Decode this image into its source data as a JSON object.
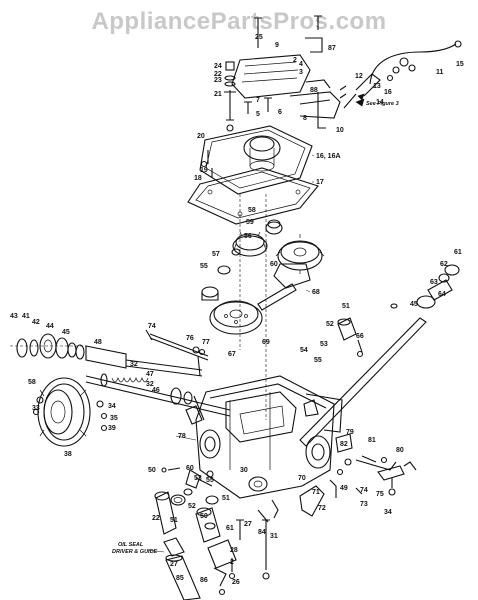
{
  "watermark": "AppliancePartsPros.com",
  "notes": {
    "see_figure": "See Figure 3",
    "oil_seal_line1": "OIL SEAL",
    "oil_seal_line2": "DRIVER & GUIDE"
  },
  "part_numbers": [
    "25",
    "9",
    "2",
    "87",
    "24",
    "22",
    "23",
    "4",
    "3",
    "21",
    "7",
    "5",
    "6",
    "8",
    "88",
    "12",
    "13",
    "14",
    "16",
    "11",
    "15",
    "10",
    "20",
    "19",
    "18",
    "16, 16A",
    "17",
    "58",
    "56",
    "57",
    "59",
    "55",
    "60",
    "68",
    "61",
    "62",
    "63",
    "64",
    "69",
    "45",
    "51",
    "43",
    "41",
    "42",
    "44",
    "45",
    "48",
    "74",
    "76",
    "77",
    "67",
    "52",
    "53",
    "66",
    "54",
    "55",
    "38",
    "58",
    "32",
    "47",
    "32",
    "46",
    "34",
    "35",
    "39",
    "33",
    "78",
    "79",
    "82",
    "81",
    "80",
    "50",
    "60",
    "53",
    "55",
    "30",
    "70",
    "49",
    "71",
    "72",
    "73",
    "74",
    "75",
    "34",
    "22",
    "51",
    "52",
    "50",
    "51",
    "61",
    "27",
    "84",
    "31",
    "28",
    "2",
    "27",
    "85",
    "86",
    "26",
    "29"
  ],
  "colors": {
    "ink": "#111111",
    "watermark": "#c8c8c8",
    "background": "#ffffff"
  }
}
